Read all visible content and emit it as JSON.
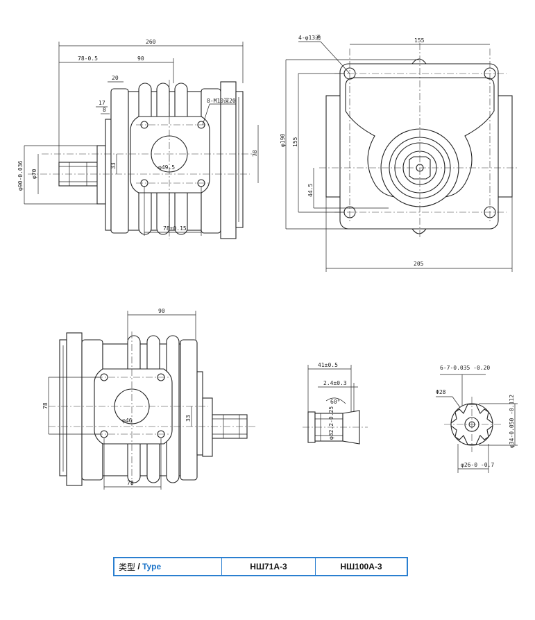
{
  "dimensions": {
    "side_top": [
      "260",
      "78-0.5",
      "90",
      "20",
      "17",
      "8",
      "33",
      "78",
      "8-M10深20",
      "φ49.5",
      "78±0.15"
    ],
    "side_top_left": [
      "φ90-0.036",
      "φ70"
    ],
    "front": [
      "4-φ13通",
      "155",
      "φ190",
      "155",
      "44.5",
      "205"
    ],
    "side_bottom": [
      "90",
      "78",
      "33",
      "φ46",
      "78"
    ],
    "shaft_side": [
      "41±0.5",
      "2.4±0.3",
      "60°",
      "φ32.2-0.25"
    ],
    "shaft_end": [
      "6-7-0.035 -0.20",
      "Φ28",
      "φ34-0.050 -0.112",
      "φ26-0 -0.7"
    ]
  },
  "table": {
    "label_cn": "类型",
    "label_sep": " / ",
    "label_en": "Type",
    "model_1": "НШ71А-3",
    "model_2": "НШ100А-3"
  }
}
